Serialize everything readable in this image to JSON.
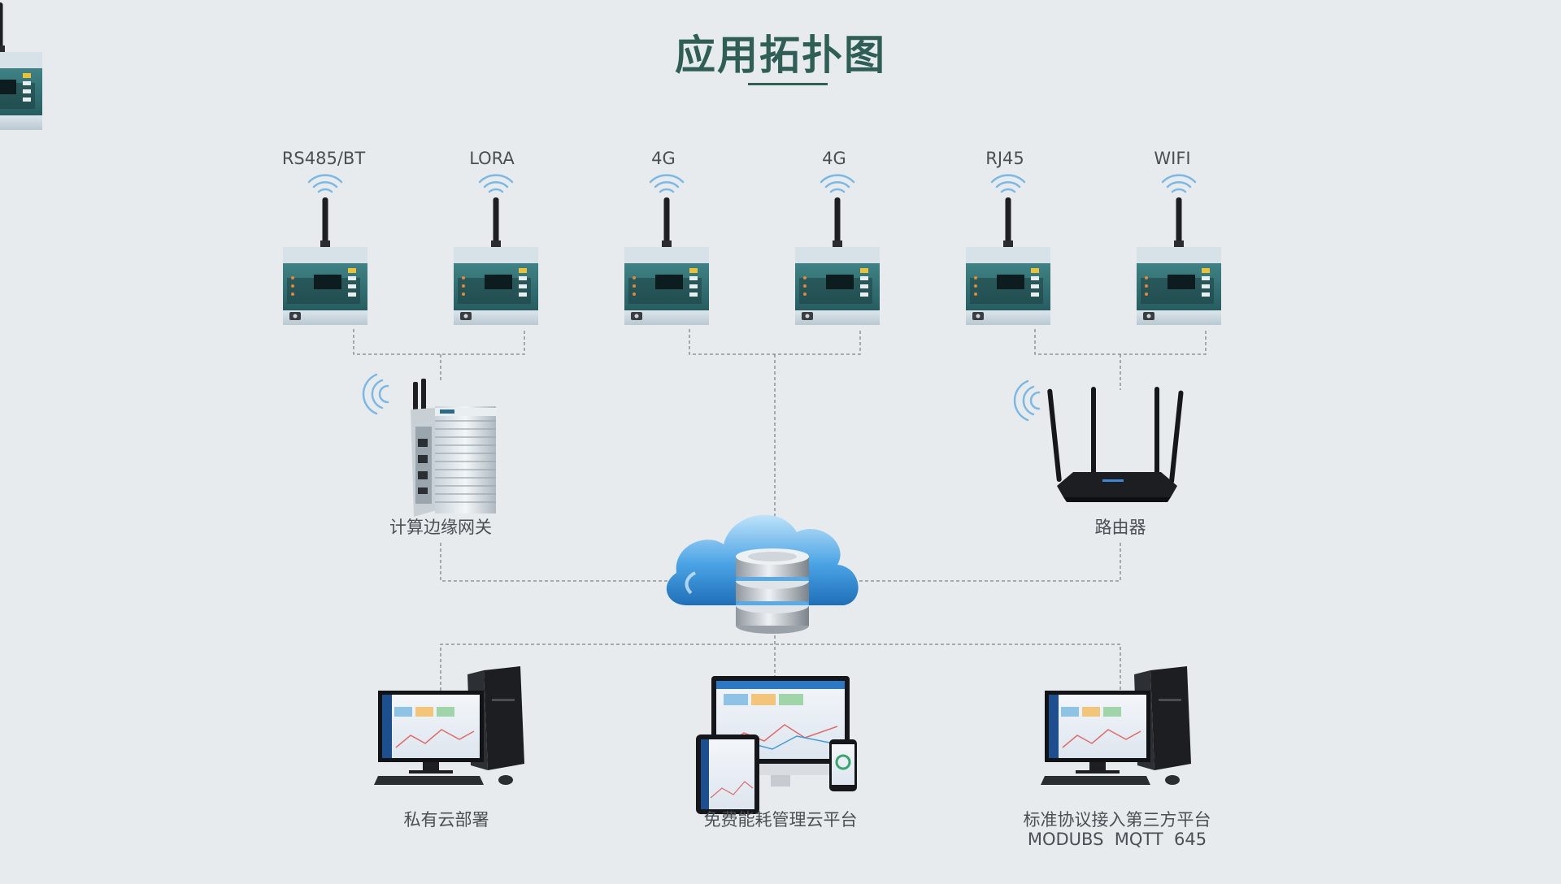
{
  "title": "应用拓扑图",
  "meters": [
    {
      "label": "RS485/BT"
    },
    {
      "label": "LORA"
    },
    {
      "label": "4G"
    },
    {
      "label": "4G"
    },
    {
      "label": "RJ45"
    },
    {
      "label": "WIFI"
    }
  ],
  "middle": {
    "gateway_label": "计算边缘网关",
    "router_label": "路由器"
  },
  "bottom": {
    "private_label": "私有云部署",
    "free_label": "免费能耗管理云平台",
    "third_label": "标准协议接入第三方平台",
    "third_protocols": "MODUBS  MQTT  645"
  },
  "colors": {
    "title": "#2e5e55",
    "line": "#7d8590",
    "device_panel": "#2f6d70",
    "cloud": "#3a8ed8"
  }
}
